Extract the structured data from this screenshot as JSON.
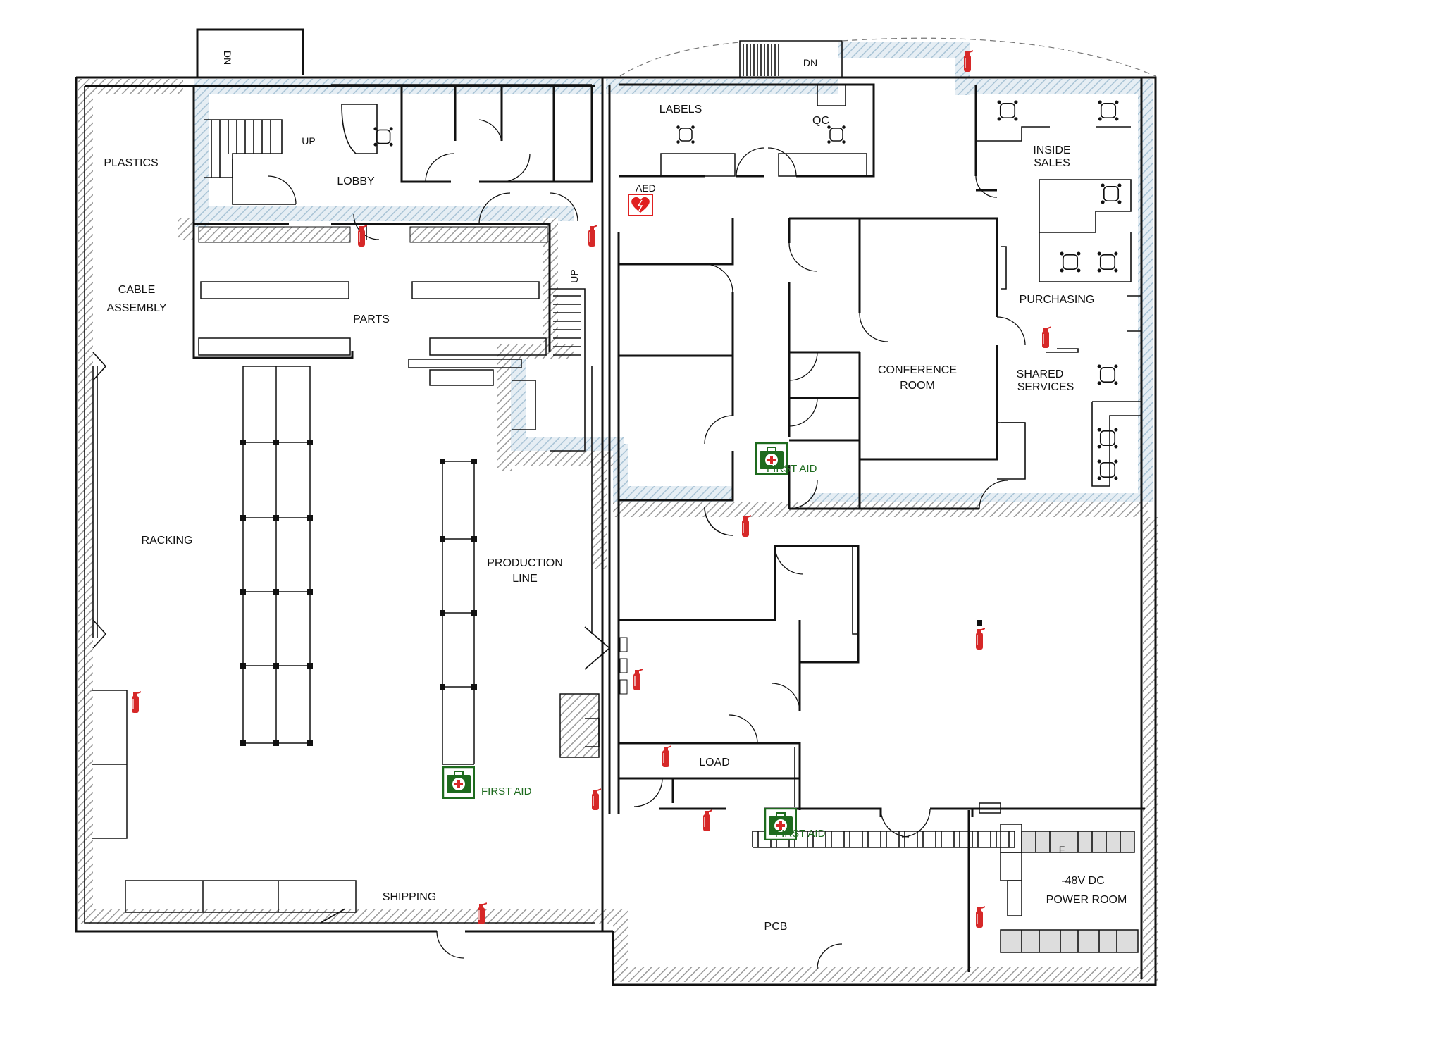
{
  "rooms": {
    "plastics": "PLASTICS",
    "lobby": "LOBBY",
    "labels": "LABELS",
    "qc": "QC",
    "inside_sales_1": "INSIDE",
    "inside_sales_2": "SALES",
    "cable_assembly_1": "CABLE",
    "cable_assembly_2": "ASSEMBLY",
    "parts": "PARTS",
    "purchasing": "PURCHASING",
    "conference_1": "CONFERENCE",
    "conference_2": "ROOM",
    "shared_services_1": "SHARED",
    "shared_services_2": "SERVICES",
    "racking": "RACKING",
    "production_1": "PRODUCTION",
    "production_2": "LINE",
    "load": "LOAD",
    "shipping": "SHIPPING",
    "pcb": "PCB",
    "power_1": "-48V DC",
    "power_2": "POWER ROOM"
  },
  "stairs": {
    "up_lobby": "UP",
    "up_parts": "UP",
    "dn_top_left": "DN",
    "dn_top_right": "DN"
  },
  "markers": {
    "aed": "AED",
    "first_aid": "FIRST AID",
    "panel_f": "F"
  },
  "colors": {
    "wall": "#111111",
    "egress_hatch": "#b9d3e2",
    "grey_hatch": "#9a9a9a",
    "first_aid": "#1e6b1e",
    "extinguisher": "#d62828",
    "aed": "#e02020"
  }
}
